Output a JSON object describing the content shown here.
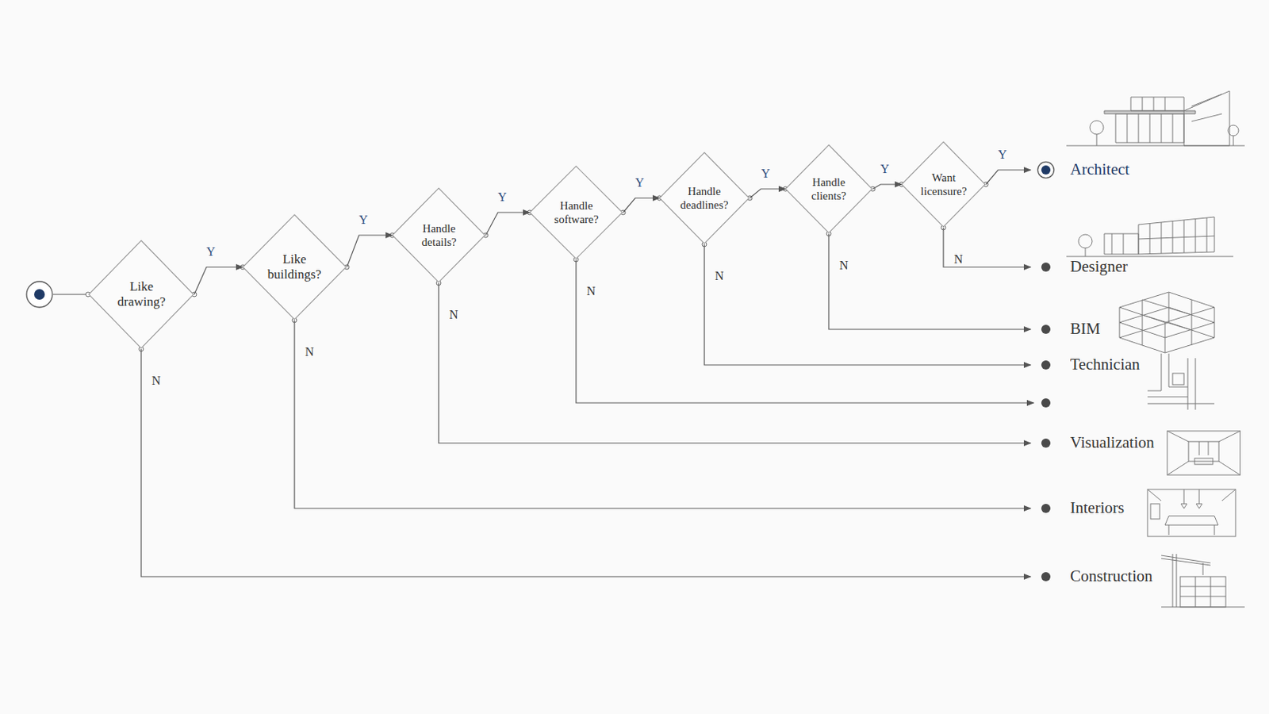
{
  "diagram": {
    "nodes": [
      {
        "text": [
          "Like drawing?"
        ]
      },
      {
        "text": [
          "Like buildings?"
        ]
      },
      {
        "text": [
          "Handle details?"
        ]
      },
      {
        "text": [
          "Handle software?"
        ]
      },
      {
        "text": [
          "Handle deadlines?"
        ]
      },
      {
        "text": [
          "Handle clients?"
        ]
      },
      {
        "text": [
          "Want licensure?"
        ]
      },
      {
        "text": [
          "Architect"
        ]
      },
      {
        "text": [
          "Designer"
        ]
      },
      {
        "text": [
          "BIM"
        ]
      },
      {
        "text": [
          "Technician"
        ]
      },
      {
        "text": [
          "Visualization"
        ]
      },
      {
        "text": [
          "Interiors"
        ]
      },
      {
        "text": [
          "Construction"
        ]
      }
    ],
    "edges": [
      {
        "from": 0,
        "to": 1,
        "label": "Y",
        "arrow": "to"
      },
      {
        "from": 1,
        "to": 2,
        "label": "Y",
        "arrow": "to"
      },
      {
        "from": 2,
        "to": 3,
        "label": "Y",
        "arrow": "to"
      },
      {
        "from": 3,
        "to": 4,
        "label": "Y",
        "arrow": "to"
      },
      {
        "from": 4,
        "to": 5,
        "label": "Y",
        "arrow": "to"
      },
      {
        "from": 5,
        "to": 6,
        "label": "Y",
        "arrow": "to"
      },
      {
        "from": 6,
        "to": 7,
        "label": "Y",
        "arrow": "to"
      },
      {
        "from": 6,
        "to": 8,
        "label": "N",
        "arrow": "to"
      },
      {
        "from": 5,
        "to": 9,
        "label": "N",
        "arrow": "to"
      },
      {
        "from": 4,
        "to": 10,
        "label": "N",
        "arrow": "to"
      },
      {
        "from": 2,
        "to": 11,
        "label": "N",
        "arrow": "to"
      },
      {
        "from": 1,
        "to": 12,
        "label": "N",
        "arrow": "to"
      },
      {
        "from": 0,
        "to": 13,
        "label": "N",
        "arrow": "to"
      }
    ],
    "labels": [
      "N"
    ]
  }
}
